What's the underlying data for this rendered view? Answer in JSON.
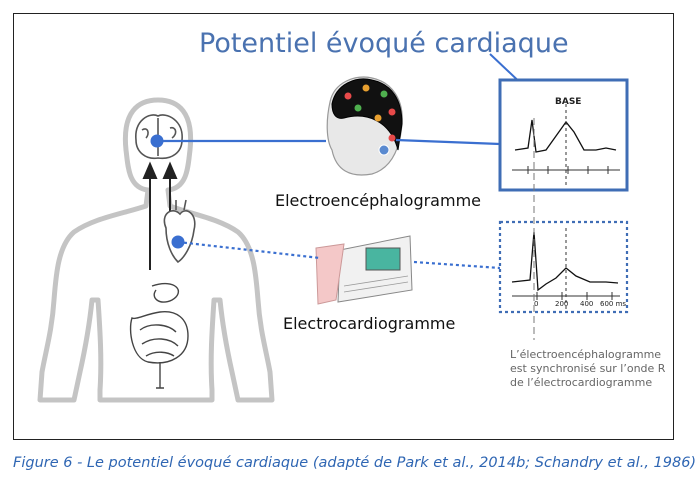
{
  "figure": {
    "title": "Potentiel évoqué cardiaque",
    "eeg_label": "Electroencéphalogramme",
    "ecg_label": "Electrocardiogramme",
    "eeg_panel_label": "BASE",
    "ecg_axis_ticks": [
      "0",
      "200",
      "400",
      "600 ms"
    ],
    "note_lines": [
      "L’électroencéphalogramme",
      "est synchronisé sur l’onde R",
      "de l’électrocardiogramme"
    ],
    "caption": "Figure 6 - Le potentiel évoqué cardiaque (adapté de Park et al., 2014b; Schandry et al., 1986)"
  },
  "colors": {
    "accent": "#4a72b0",
    "caption": "#2f66b3",
    "body_outline": "#bfbfbf",
    "dot": "#3a6fd0"
  }
}
